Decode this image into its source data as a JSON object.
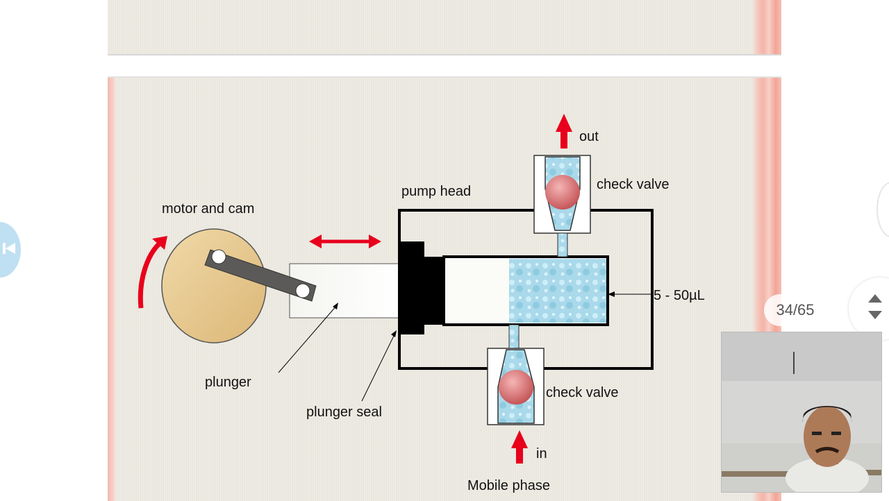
{
  "viewer": {
    "page_counter": "34/65"
  },
  "diagram": {
    "label_motor": "motor and cam",
    "label_pump_head": "pump head",
    "label_check_valve_top": "check valve",
    "label_check_valve_bottom": "check valve",
    "label_plunger": "plunger",
    "label_plunger_seal": "plunger seal",
    "label_volume": "5 - 50µL",
    "label_out": "out",
    "label_in": "in",
    "label_mobile_phase": "Mobile phase"
  },
  "colors": {
    "arrow_red": "#e8001c",
    "slide_bg": "#ebe8df",
    "liquid": "#a9d9ea",
    "ball": "#cf6d6d",
    "cam": "#e8c888"
  }
}
